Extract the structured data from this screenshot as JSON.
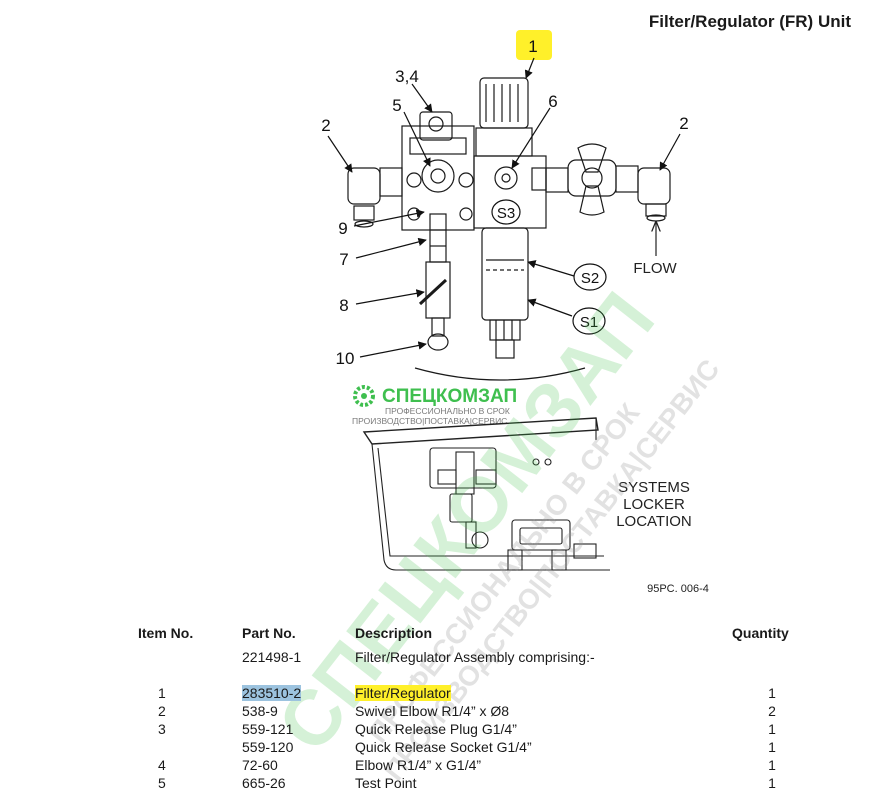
{
  "page": {
    "title": "Filter/Regulator (FR) Unit"
  },
  "diagram": {
    "callouts": {
      "c1": "1",
      "c34": "3,4",
      "c5": "5",
      "c6": "6",
      "c2_left": "2",
      "c2_right": "2",
      "c9": "9",
      "c7": "7",
      "c8": "8",
      "c10": "10",
      "s3": "S3",
      "s2": "S2",
      "s1": "S1"
    },
    "flow_label": "FLOW",
    "locker_label": [
      "SYSTEMS",
      "LOCKER",
      "LOCATION"
    ],
    "figure_code": "95PC. 006-4"
  },
  "watermark": {
    "brand": "СПЕЦКОМЗАП",
    "tagline": "ПРОФЕССИОНАЛЬНО В СРОК",
    "services": "ПРОИЗВОДСТВО|ПОСТАВКА|СЕРВИС"
  },
  "parts_table": {
    "headers": {
      "item_no": "Item No.",
      "part_no": "Part No.",
      "description": "Description",
      "quantity": "Quantity"
    },
    "assembly": {
      "item": "",
      "part": "221498-1",
      "description": "Filter/Regulator Assembly comprising:-",
      "qty": ""
    },
    "rows": [
      {
        "item": "1",
        "part": "283510-2",
        "description": "Filter/Regulator",
        "qty": "1"
      },
      {
        "item": "2",
        "part": "538-9",
        "description": "Swivel Elbow R1/4” x Ø8",
        "qty": "2"
      },
      {
        "item": "3",
        "part": "559-121",
        "description": "Quick Release Plug G1/4”",
        "qty": "1"
      },
      {
        "item": "",
        "part": "559-120",
        "description": "Quick Release Socket G1/4”",
        "qty": "1"
      },
      {
        "item": "4",
        "part": "72-60",
        "description": "Elbow R1/4” x G1/4”",
        "qty": "1"
      },
      {
        "item": "5",
        "part": "665-26",
        "description": "Test Point",
        "qty": "1"
      }
    ]
  }
}
